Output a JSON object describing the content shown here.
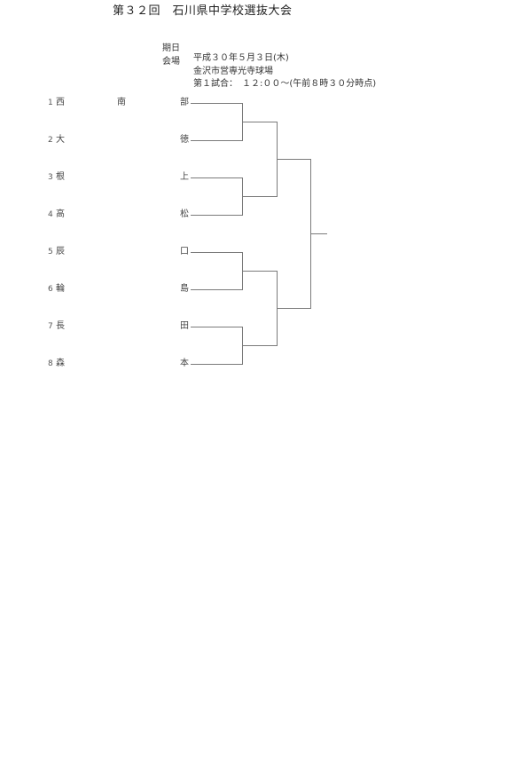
{
  "header": {
    "title": "第３２回　石川県中学校選抜大会"
  },
  "info": [
    {
      "label": "期日",
      "value": "平成３０年５月３日(木)"
    },
    {
      "label": "会場",
      "value": "金沢市営専光寺球場"
    },
    {
      "label": "",
      "value": "第１試合：　１２:００～(午前８時３０分時点)"
    }
  ],
  "teams": [
    {
      "seed": "1",
      "c1": "西",
      "c2": "南",
      "c3": "部"
    },
    {
      "seed": "2",
      "c1": "大",
      "c2": "",
      "c3": "徳"
    },
    {
      "seed": "3",
      "c1": "根",
      "c2": "",
      "c3": "上"
    },
    {
      "seed": "4",
      "c1": "高",
      "c2": "",
      "c3": "松"
    },
    {
      "seed": "5",
      "c1": "辰",
      "c2": "",
      "c3": "口"
    },
    {
      "seed": "6",
      "c1": "輪",
      "c2": "",
      "c3": "島"
    },
    {
      "seed": "7",
      "c1": "長",
      "c2": "",
      "c3": "田"
    },
    {
      "seed": "8",
      "c1": "森",
      "c2": "",
      "c3": "本"
    }
  ],
  "colors": {
    "line": "#7a7a7a",
    "text": "#333333"
  }
}
